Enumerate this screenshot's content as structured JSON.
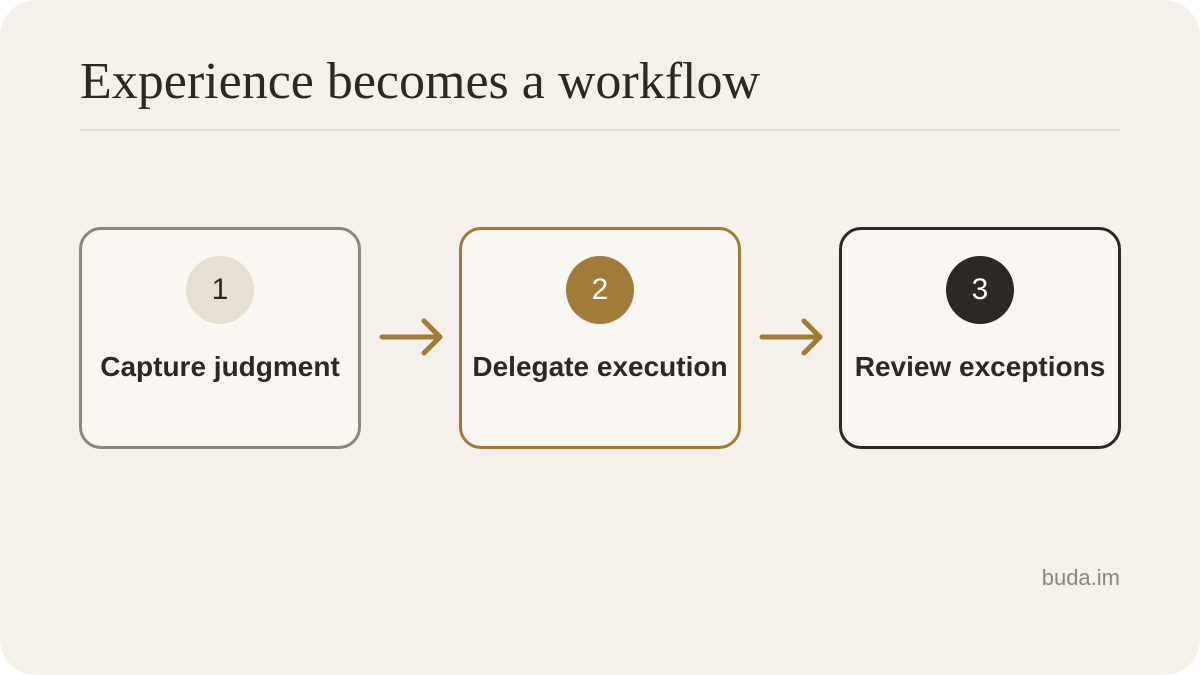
{
  "title": "Experience becomes a workflow",
  "steps": [
    {
      "number": "1",
      "label": "Capture judgment",
      "accent_color": "#8c877c"
    },
    {
      "number": "2",
      "label": "Delegate execution",
      "accent_color": "#a07c38"
    },
    {
      "number": "3",
      "label": "Review exceptions",
      "accent_color": "#2c2924"
    }
  ],
  "connector_icon": "arrow-right-icon",
  "footer": {
    "brand": "buda.im"
  },
  "colors": {
    "background": "#f5f1ea",
    "card_fill": "#faf7f2",
    "accent_gold": "#a07c38",
    "text_dark": "#2c2924",
    "muted": "#8c877c"
  }
}
